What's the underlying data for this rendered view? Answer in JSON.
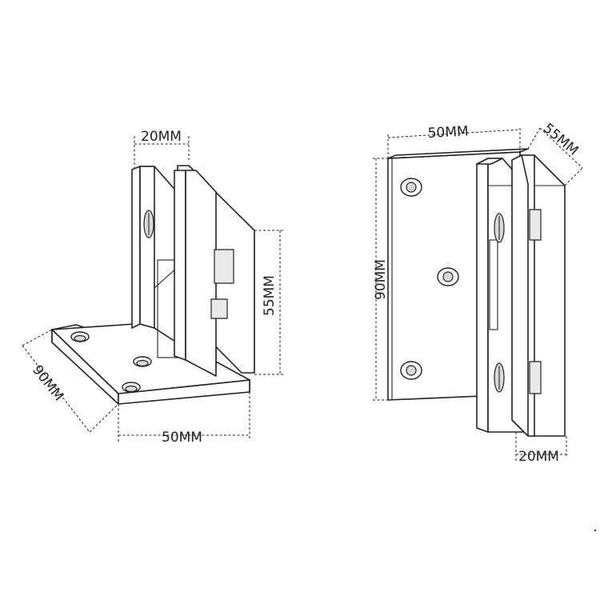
{
  "left_view": {
    "dims": {
      "top_width": "20MM",
      "height": "55MM",
      "depth": "90MM",
      "base_width": "50MM"
    }
  },
  "right_view": {
    "dims": {
      "top_width": "50MM",
      "depth": "55MM",
      "height": "90MM",
      "bottom_width": "20MM"
    }
  }
}
